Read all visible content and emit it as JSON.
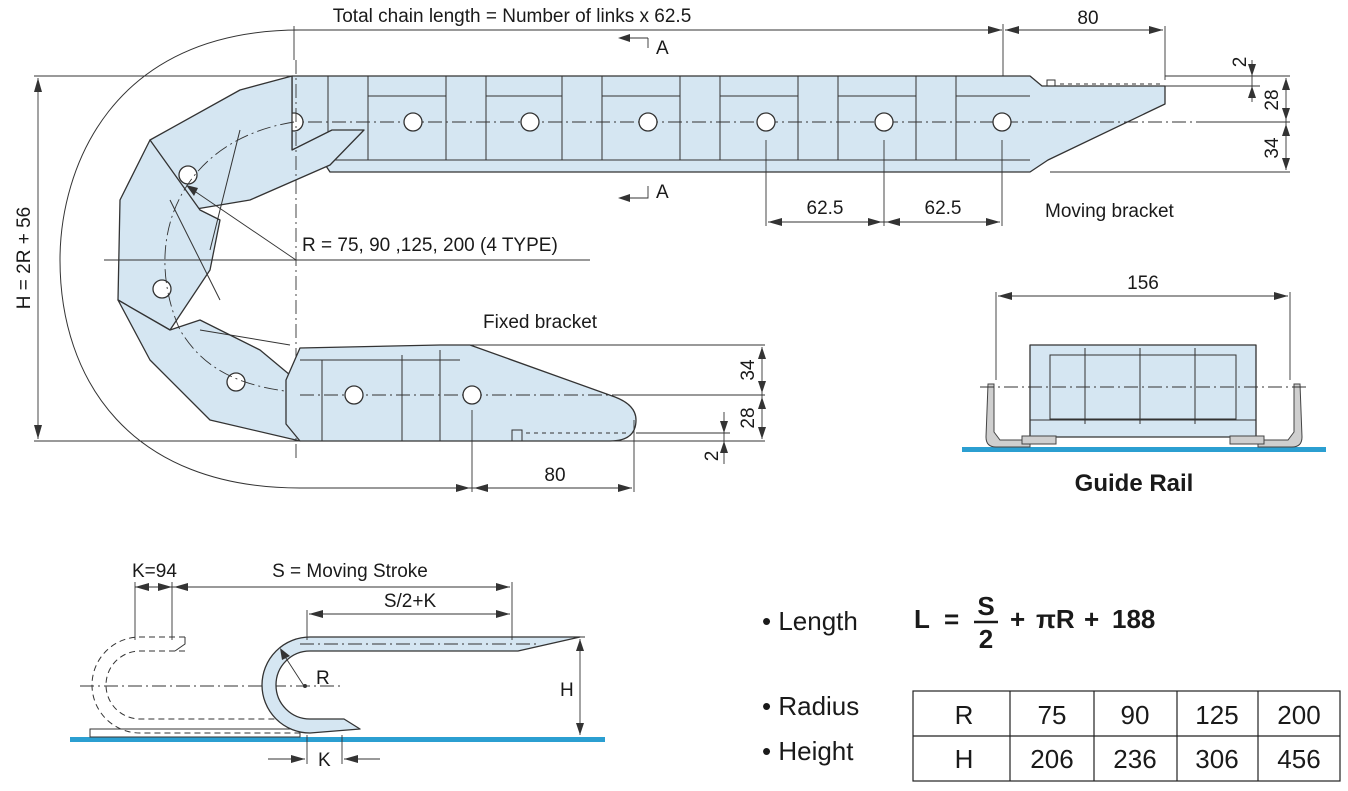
{
  "main_drawing": {
    "total_length_label": "Total chain length = Number of links x 62.5",
    "section_mark": "A",
    "dim_end_bracket": "80",
    "dim_offset": "2",
    "dim_upper_height": "28",
    "dim_lower_height": "34",
    "dim_pitch": "62.5",
    "moving_bracket_label": "Moving bracket",
    "fixed_bracket_label": "Fixed bracket",
    "radius_label": "R = 75, 90 ,125, 200 (4 TYPE)",
    "height_label": "H = 2R + 56"
  },
  "guide_rail": {
    "width_label": "156",
    "title": "Guide Rail"
  },
  "stroke_diagram": {
    "k_label": "K=94",
    "stroke_label": "S = Moving Stroke",
    "half_stroke_label": "S/2+K",
    "radius_label": "R",
    "height_label": "H",
    "k_bottom_label": "K"
  },
  "formula": {
    "bullet_length": "• Length",
    "lhs": "L",
    "equals": "=",
    "numerator": "S",
    "denominator": "2",
    "plus1": "+",
    "pi_r": "πR",
    "plus2": "+",
    "constant": "188"
  },
  "radius_table": {
    "bullet_radius": "• Radius",
    "bullet_height": "• Height",
    "rows": [
      [
        "R",
        "75",
        "90",
        "125",
        "200"
      ],
      [
        "H",
        "206",
        "236",
        "306",
        "456"
      ]
    ]
  }
}
